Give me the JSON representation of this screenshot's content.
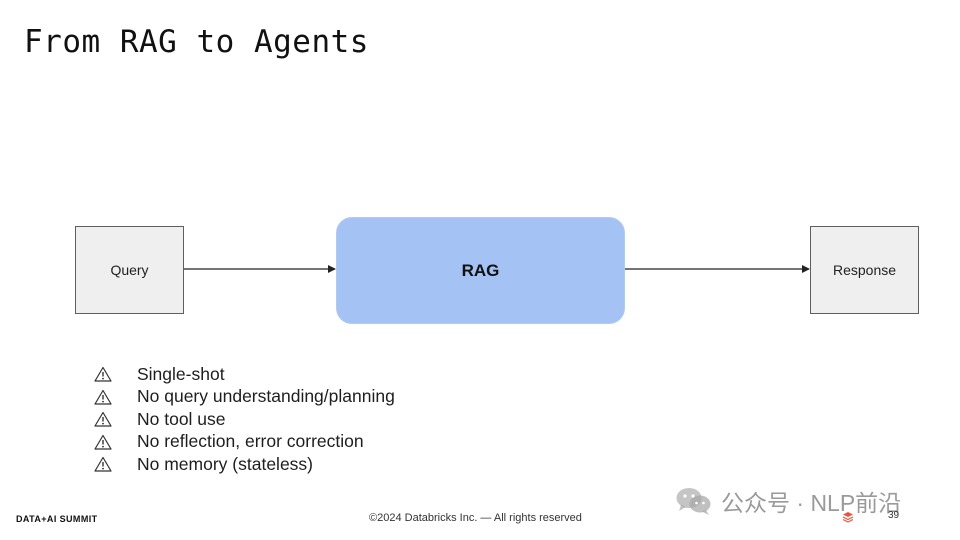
{
  "slide": {
    "title": "From RAG to Agents"
  },
  "diagram": {
    "nodes": {
      "query": "Query",
      "rag": "RAG",
      "response": "Response"
    },
    "colors": {
      "rag_fill": "#a4c2f4",
      "side_box_fill": "#efefef"
    }
  },
  "limitations": {
    "icon": "warning-icon",
    "items": [
      "Single-shot",
      "No query understanding/planning",
      "No tool use",
      "No reflection, error correction",
      "No memory (stateless)"
    ]
  },
  "footer": {
    "brand": "DATA+AI SUMMIT",
    "copyright": "©2024 Databricks Inc. — All rights reserved",
    "page_number": "39"
  },
  "watermark": {
    "text": "公众号 · NLP前沿",
    "icon": "wechat-icon"
  }
}
